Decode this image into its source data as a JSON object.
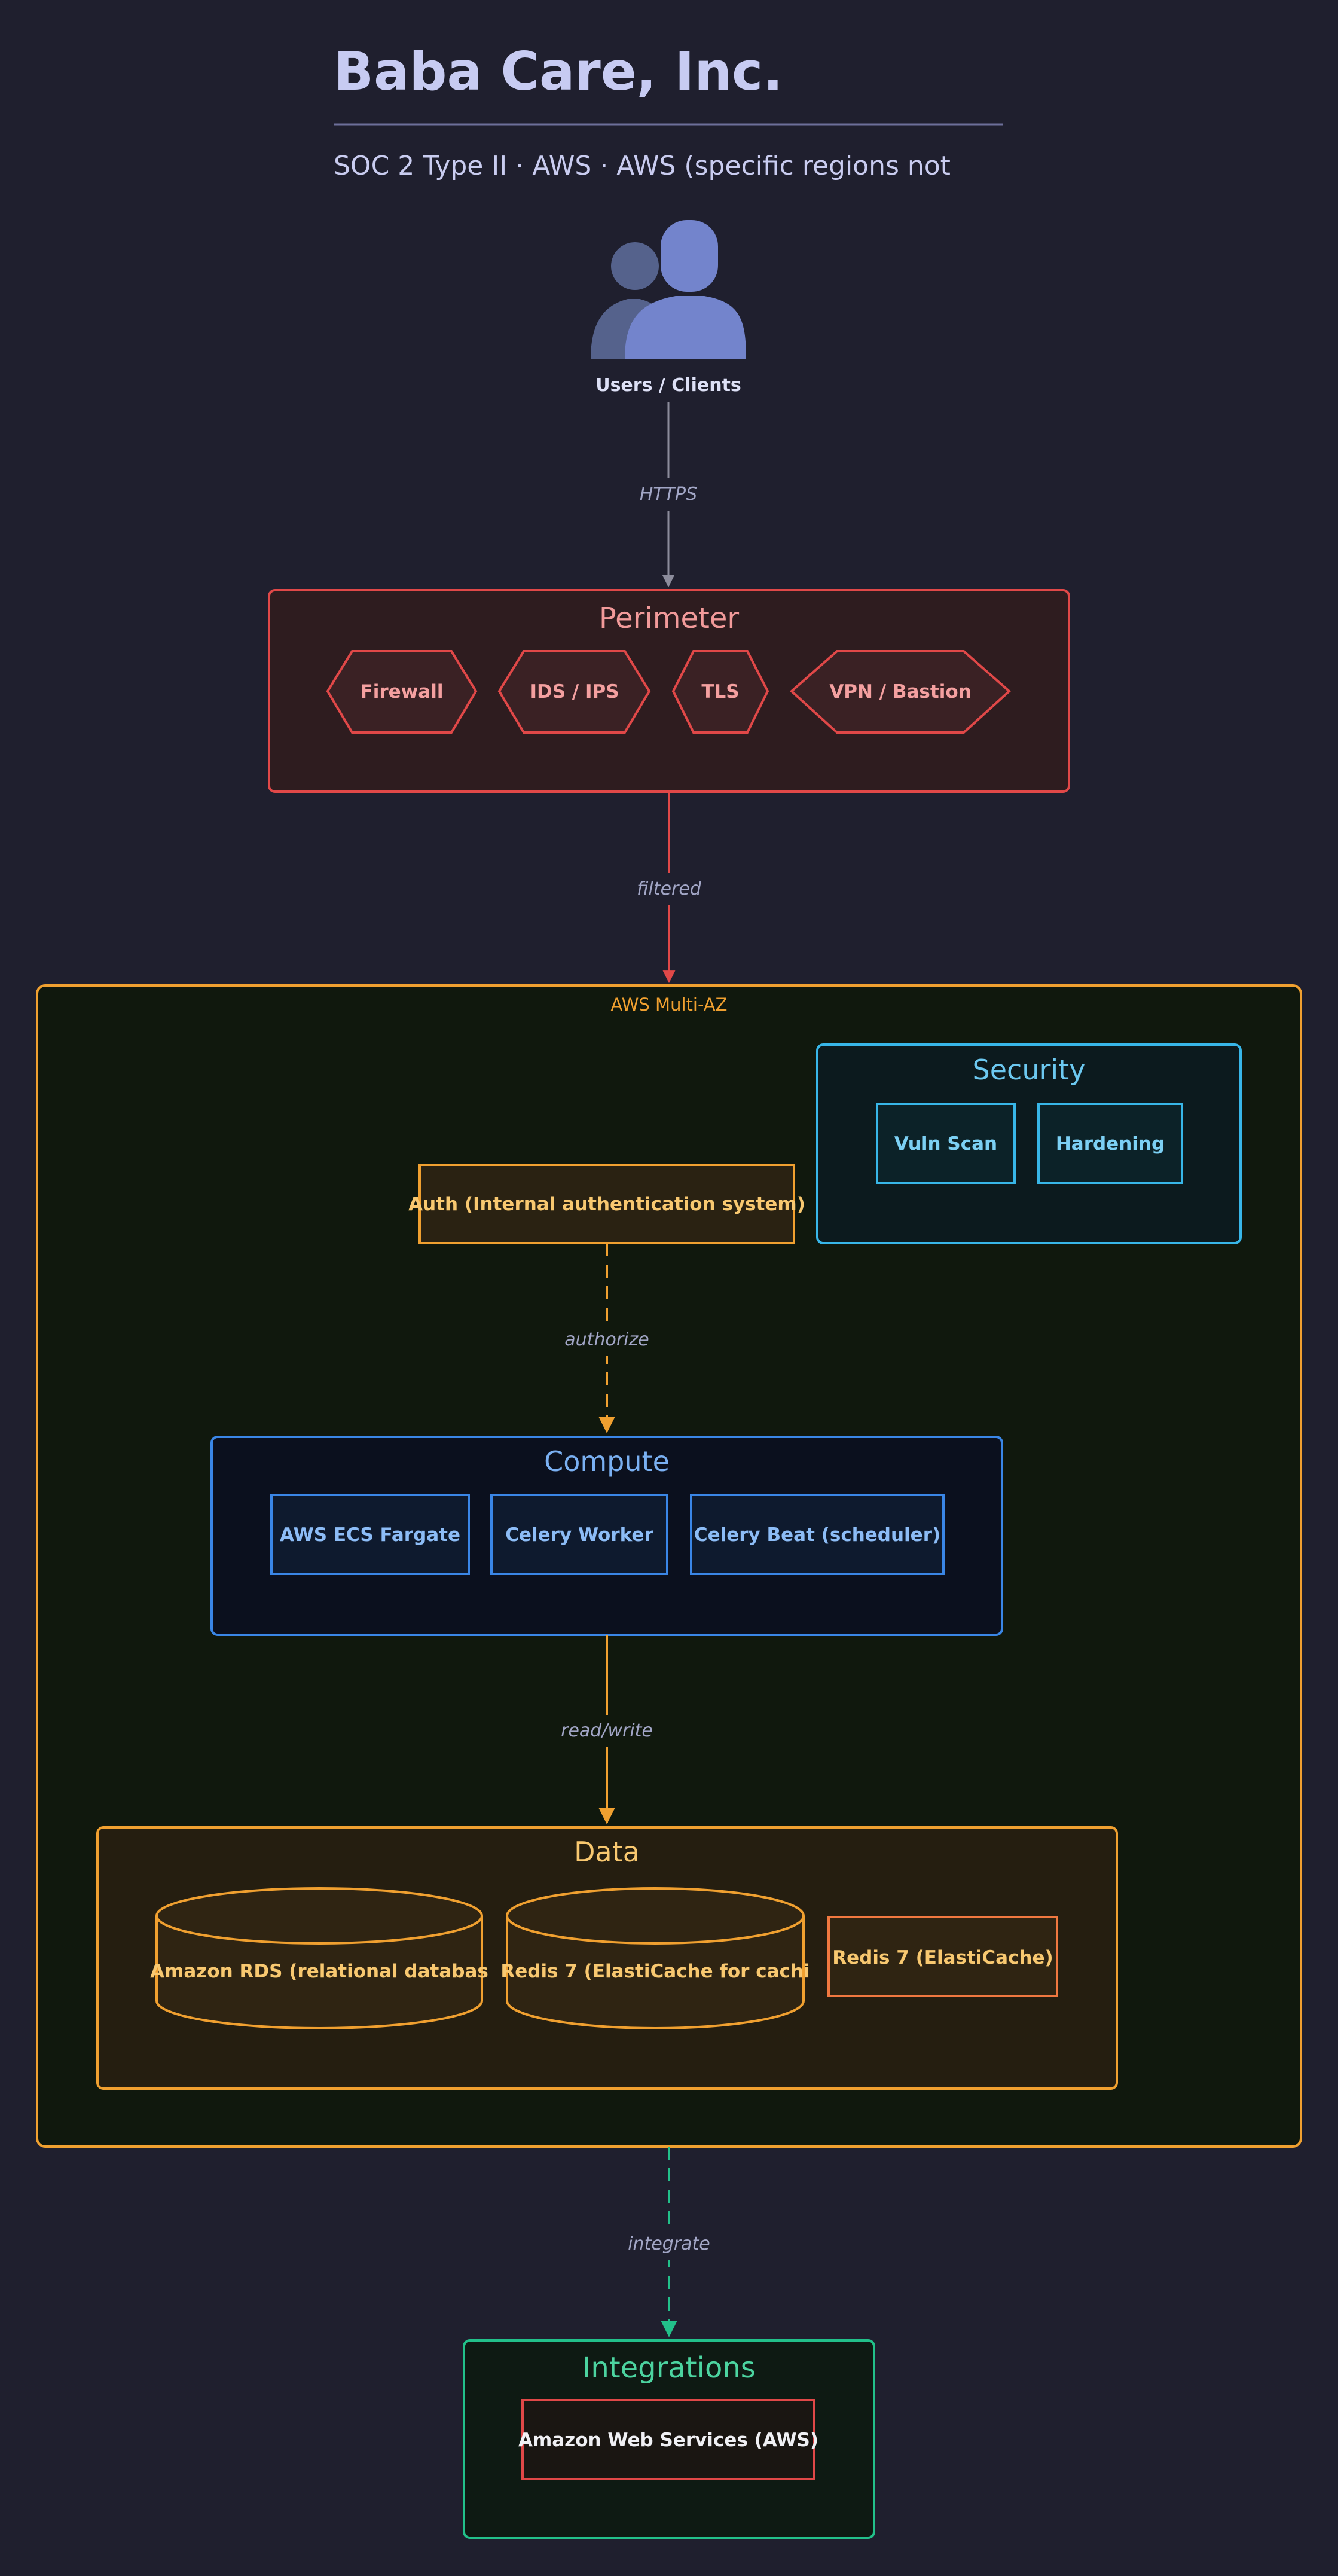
{
  "header": {
    "title": "Baba Care, Inc.",
    "subtitle": "SOC 2 Type II · AWS · AWS (specific regions not"
  },
  "users": {
    "label": "Users / Clients"
  },
  "edges": {
    "https": "HTTPS",
    "filtered": "filtered",
    "authorize": "authorize",
    "readwrite": "read/write",
    "integrate": "integrate"
  },
  "perimeter": {
    "title": "Perimeter",
    "items": [
      "Firewall",
      "IDS / IPS",
      "TLS",
      "VPN / Bastion"
    ]
  },
  "cloud": {
    "label": "AWS Multi-AZ"
  },
  "auth": {
    "label": "Auth (Internal authentication system)"
  },
  "security": {
    "title": "Security",
    "items": [
      "Vuln Scan",
      "Hardening"
    ]
  },
  "compute": {
    "title": "Compute",
    "items": [
      "AWS ECS Fargate",
      "Celery Worker",
      "Celery Beat (scheduler)"
    ]
  },
  "data_group": {
    "title": "Data",
    "databases": [
      "Amazon RDS (relational databas",
      "Redis 7 (ElastiCache for cachi"
    ],
    "cache": "Redis 7 (ElastiCache)"
  },
  "integrations": {
    "title": "Integrations",
    "items": [
      "Amazon Web Services (AWS)"
    ]
  },
  "colors": {
    "background": "#1f1f2e",
    "perimeter": "#e04848",
    "cloud": "#f0a030",
    "security": "#38b6e8",
    "compute": "#3a86e6",
    "integrations": "#22c08a",
    "users_icon": "#7384cc"
  }
}
